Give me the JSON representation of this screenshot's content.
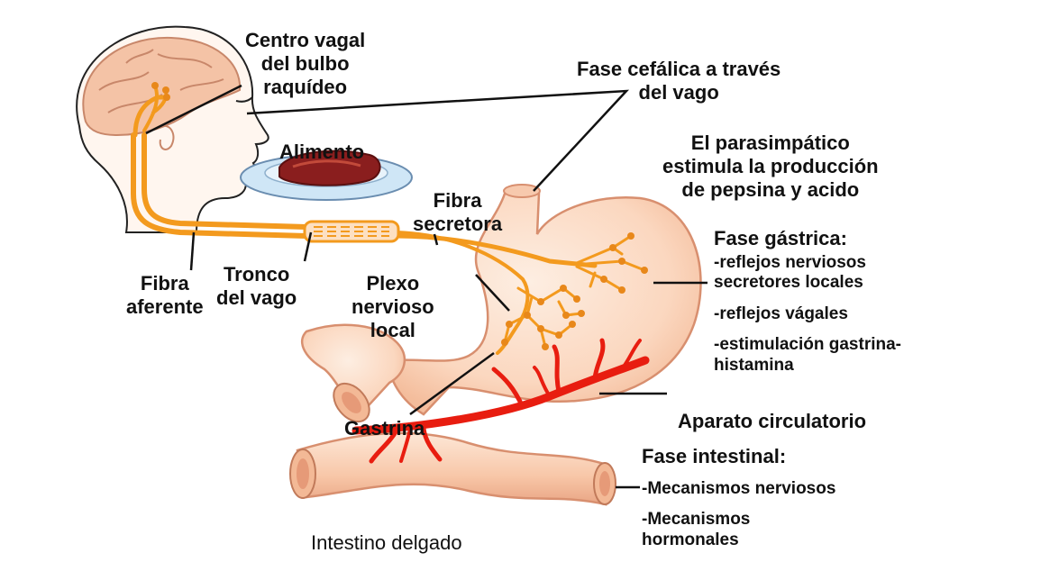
{
  "labels": {
    "centro_vagal": [
      "Centro vagal",
      "del bulbo",
      "raquídeo"
    ],
    "fase_cefalica": [
      "Fase cefálica a través",
      "del vago"
    ],
    "parasimpatico": [
      "El parasimpático",
      "estimula la producción",
      "de pepsina y acido"
    ],
    "alimento": "Alimento",
    "fibra_secretora": [
      "Fibra",
      "secretora"
    ],
    "fibra_aferente": [
      "Fibra",
      "aferente"
    ],
    "tronco_vago": [
      "Tronco",
      "del vago"
    ],
    "plexo": [
      "Plexo",
      "nervioso",
      "local"
    ],
    "fase_gastrica": {
      "title": "Fase gástrica:",
      "items": [
        "-reflejos nerviosos",
        "secretores locales",
        "-reflejos vágales",
        "-estimulación gastrina-",
        "histamina"
      ]
    },
    "aparato_circulatorio": "Aparato circulatorio",
    "gastrina": "Gastrina",
    "fase_intestinal": {
      "title": "Fase intestinal:",
      "items": [
        "-Mecanismos nerviosos",
        "-Mecanismos",
        "hormonales"
      ]
    },
    "intestino": "Intestino delgado"
  },
  "colors": {
    "nerve": "#f39a1e",
    "vessel": "#e81d10",
    "organ_fill": "#fbd7bf",
    "organ_edge": "#d88f6f",
    "brain": "#f4c3a6",
    "leader": "#111111"
  }
}
